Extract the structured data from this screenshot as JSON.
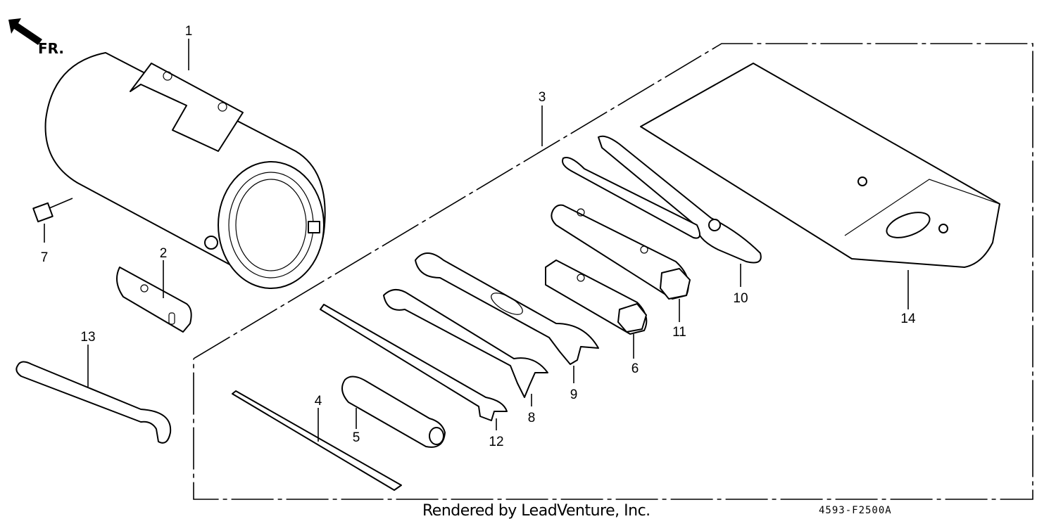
{
  "direction_label": "FR.",
  "callouts": {
    "c1": "1",
    "c2": "2",
    "c3": "3",
    "c4": "4",
    "c5": "5",
    "c6": "6",
    "c7": "7",
    "c8": "8",
    "c9": "9",
    "c10": "10",
    "c11": "11",
    "c12": "12",
    "c13": "13",
    "c14": "14"
  },
  "footer": {
    "credit": "Rendered by LeadVenture, Inc.",
    "diagram_code": "4593-F2500A"
  }
}
